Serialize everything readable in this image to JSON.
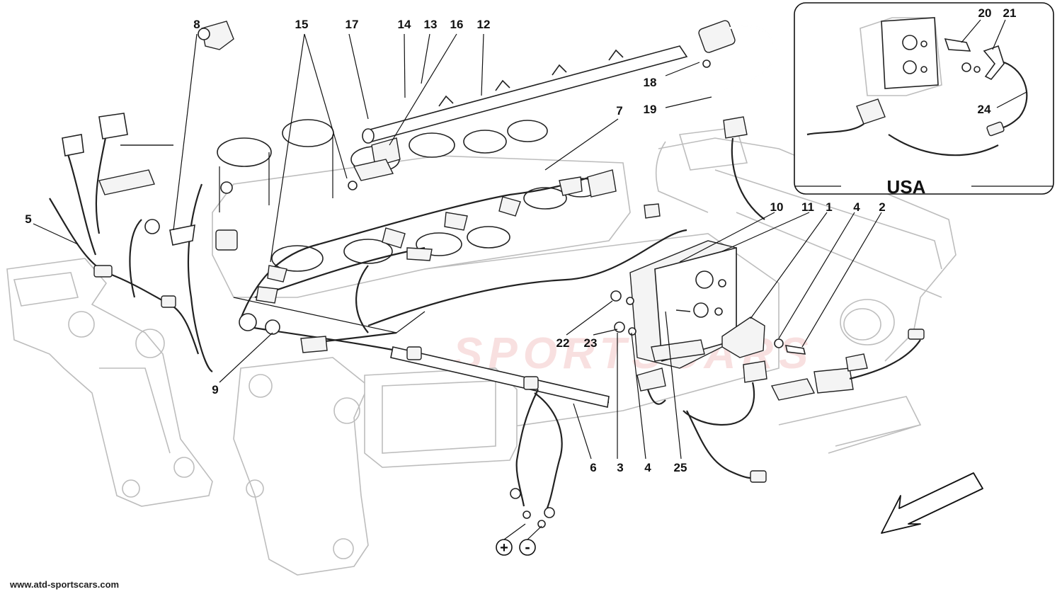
{
  "callouts": [
    {
      "id": "8",
      "text": "8"
    },
    {
      "id": "15",
      "text": "15"
    },
    {
      "id": "17",
      "text": "17"
    },
    {
      "id": "14",
      "text": "14"
    },
    {
      "id": "13",
      "text": "13"
    },
    {
      "id": "16",
      "text": "16"
    },
    {
      "id": "12",
      "text": "12"
    },
    {
      "id": "18",
      "text": "18"
    },
    {
      "id": "19",
      "text": "19"
    },
    {
      "id": "7",
      "text": "7"
    },
    {
      "id": "5",
      "text": "5"
    },
    {
      "id": "10",
      "text": "10"
    },
    {
      "id": "11",
      "text": "11"
    },
    {
      "id": "1",
      "text": "1"
    },
    {
      "id": "4a",
      "text": "4"
    },
    {
      "id": "2",
      "text": "2"
    },
    {
      "id": "22",
      "text": "22"
    },
    {
      "id": "23",
      "text": "23"
    },
    {
      "id": "9",
      "text": "9"
    },
    {
      "id": "6",
      "text": "6"
    },
    {
      "id": "3",
      "text": "3"
    },
    {
      "id": "4b",
      "text": "4"
    },
    {
      "id": "25",
      "text": "25"
    },
    {
      "id": "20",
      "text": "20"
    },
    {
      "id": "21",
      "text": "21"
    },
    {
      "id": "24",
      "text": "24"
    }
  ],
  "inset": {
    "label": "USA"
  },
  "terminals": {
    "plus": "+",
    "minus": "-"
  },
  "footer": {
    "url": "www.atd-sportscars.com"
  },
  "watermark": {
    "text": "SPORTSCARS"
  },
  "colors": {
    "line": "#111111",
    "ghost": "#bdbdbd",
    "watermark": "#f3c7c7"
  }
}
